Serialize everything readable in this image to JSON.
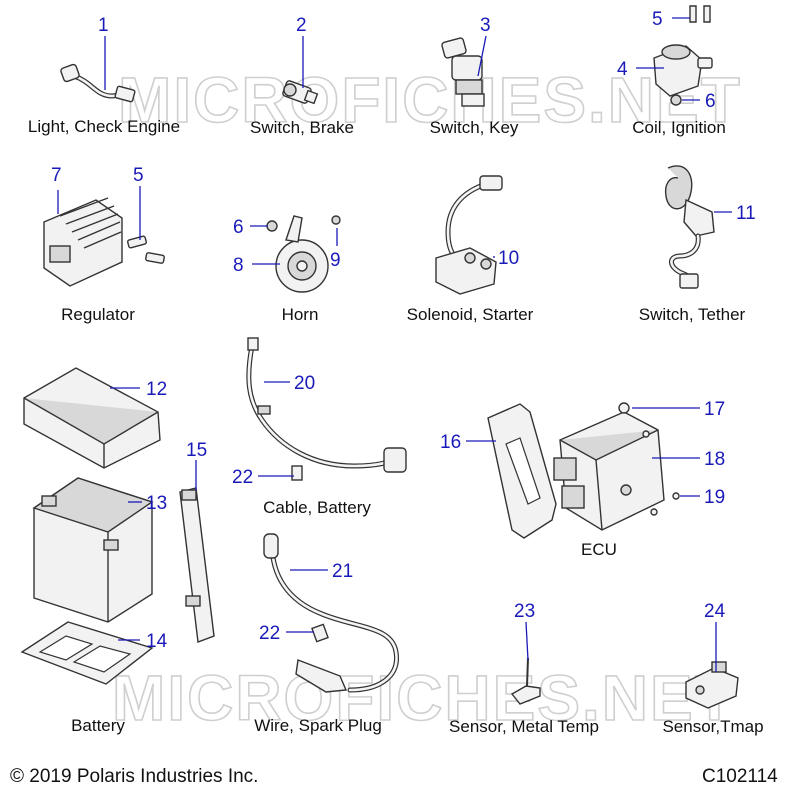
{
  "watermark": "MICROFICHES.NET",
  "captions": {
    "light_check_engine": "Light, Check Engine",
    "switch_brake": "Switch, Brake",
    "switch_key": "Switch, Key",
    "coil_ignition": "Coil, Ignition",
    "regulator": "Regulator",
    "horn": "Horn",
    "solenoid_starter": "Solenoid, Starter",
    "switch_tether": "Switch, Tether",
    "cable_battery": "Cable, Battery",
    "ecu": "ECU",
    "battery": "Battery",
    "wire_spark_plug": "Wire, Spark Plug",
    "sensor_metal_temp": "Sensor, Metal Temp",
    "sensor_tmap": "Sensor,Tmap"
  },
  "callouts": {
    "c1": "1",
    "c2": "2",
    "c3": "3",
    "c4": "4",
    "c5a": "5",
    "c6a": "6",
    "c7": "7",
    "c5b": "5",
    "c6b": "6",
    "c8": "8",
    "c9": "9",
    "c10": "10",
    "c11": "11",
    "c12": "12",
    "c13": "13",
    "c14": "14",
    "c15": "15",
    "c16": "16",
    "c17": "17",
    "c18": "18",
    "c19": "19",
    "c20": "20",
    "c21": "21",
    "c22a": "22",
    "c22b": "22",
    "c23": "23",
    "c24": "24"
  },
  "footer": {
    "copyright": "© 2019 Polaris Industries Inc.",
    "diagram_id": "C102114"
  },
  "colors": {
    "callout": "#1a1ab8",
    "line_art": "#333333",
    "watermark": "#cfcfcf"
  }
}
